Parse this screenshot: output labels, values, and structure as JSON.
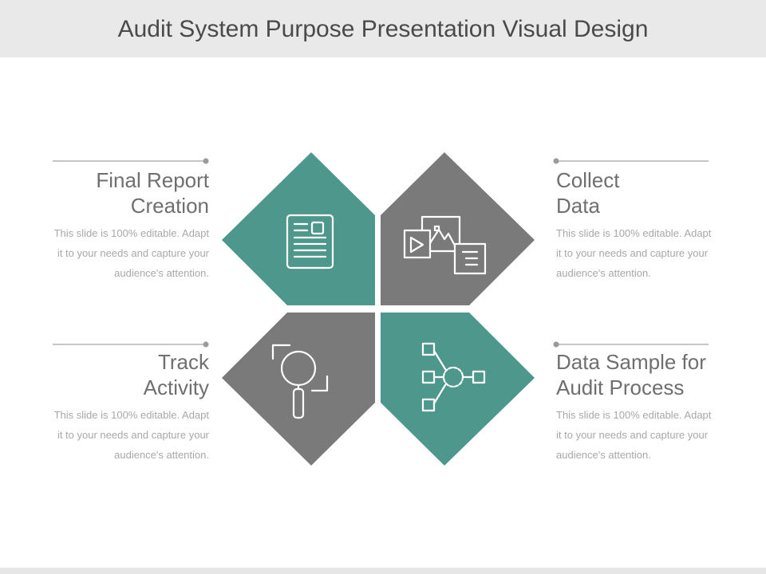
{
  "title": "Audit System Purpose Presentation Visual Design",
  "colors": {
    "teal": "#4e978d",
    "gray": "#7a7a7a",
    "icon_stroke": "#ffffff",
    "rule": "#9c9c9c"
  },
  "items": [
    {
      "heading": [
        "Final Report",
        "Creation"
      ],
      "description": [
        "This slide is 100% editable. Adapt",
        "it to your needs and capture your",
        "audience's attention."
      ],
      "icon": "document-icon",
      "tile_color": "teal"
    },
    {
      "heading": [
        "Collect",
        "Data"
      ],
      "description": [
        "This slide is 100% editable. Adapt",
        "it to your needs and capture your",
        "audience's attention."
      ],
      "icon": "media-files-icon",
      "tile_color": "gray"
    },
    {
      "heading": [
        "Track",
        "Activity"
      ],
      "description": [
        "This slide is 100% editable. Adapt",
        "it to your needs and capture your",
        "audience's attention."
      ],
      "icon": "magnifier-icon",
      "tile_color": "gray"
    },
    {
      "heading": [
        "Data Sample for",
        "Audit Process"
      ],
      "description": [
        "This slide is 100% editable. Adapt",
        "it to your needs and capture your",
        "audience's attention."
      ],
      "icon": "network-gear-icon",
      "tile_color": "teal"
    }
  ]
}
